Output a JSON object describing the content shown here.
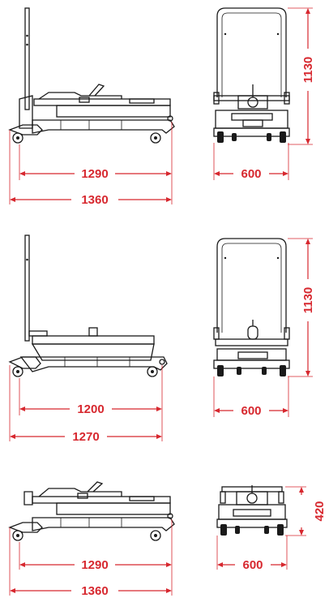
{
  "colors": {
    "dimension": "#d7282f",
    "drawing": "#1a1a1a",
    "background": "#ffffff"
  },
  "views": [
    {
      "side": {
        "inner_length": "1290",
        "outer_length": "1360"
      },
      "front": {
        "height": "1130",
        "width": "600"
      }
    },
    {
      "side": {
        "inner_length": "1200",
        "outer_length": "1270"
      },
      "front": {
        "height": "1130",
        "width": "600"
      }
    },
    {
      "side": {
        "inner_length": "1290",
        "outer_length": "1360"
      },
      "front": {
        "height": "420",
        "width": "600"
      }
    }
  ]
}
